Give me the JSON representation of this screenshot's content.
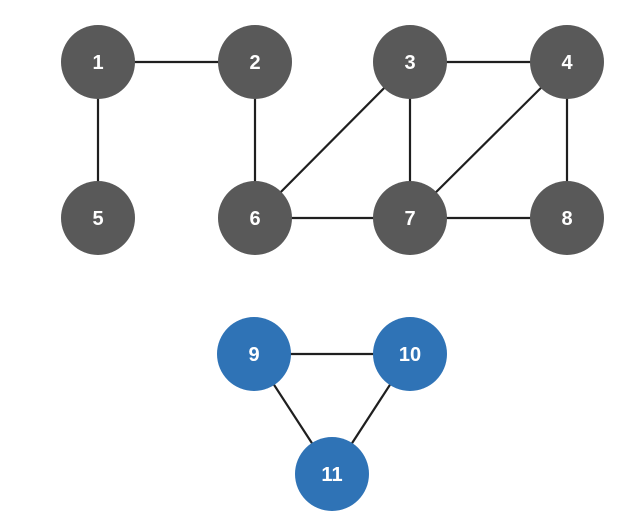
{
  "graph": {
    "colors": {
      "background": "#ffffff",
      "edge": "#1f1f1f",
      "label": "#ffffff",
      "component_gray": "#595959",
      "component_blue": "#2f73b6"
    },
    "nodes": [
      {
        "id": "1",
        "label": "1",
        "color": "#595959"
      },
      {
        "id": "2",
        "label": "2",
        "color": "#595959"
      },
      {
        "id": "3",
        "label": "3",
        "color": "#595959"
      },
      {
        "id": "4",
        "label": "4",
        "color": "#595959"
      },
      {
        "id": "5",
        "label": "5",
        "color": "#595959"
      },
      {
        "id": "6",
        "label": "6",
        "color": "#595959"
      },
      {
        "id": "7",
        "label": "7",
        "color": "#595959"
      },
      {
        "id": "8",
        "label": "8",
        "color": "#595959"
      },
      {
        "id": "9",
        "label": "9",
        "color": "#2f73b6"
      },
      {
        "id": "10",
        "label": "10",
        "color": "#2f73b6"
      },
      {
        "id": "11",
        "label": "11",
        "color": "#2f73b6"
      }
    ],
    "edges": [
      [
        "1",
        "2"
      ],
      [
        "1",
        "5"
      ],
      [
        "2",
        "6"
      ],
      [
        "3",
        "4"
      ],
      [
        "3",
        "6"
      ],
      [
        "3",
        "7"
      ],
      [
        "4",
        "7"
      ],
      [
        "4",
        "8"
      ],
      [
        "6",
        "7"
      ],
      [
        "7",
        "8"
      ],
      [
        "9",
        "10"
      ],
      [
        "9",
        "11"
      ],
      [
        "10",
        "11"
      ]
    ]
  }
}
